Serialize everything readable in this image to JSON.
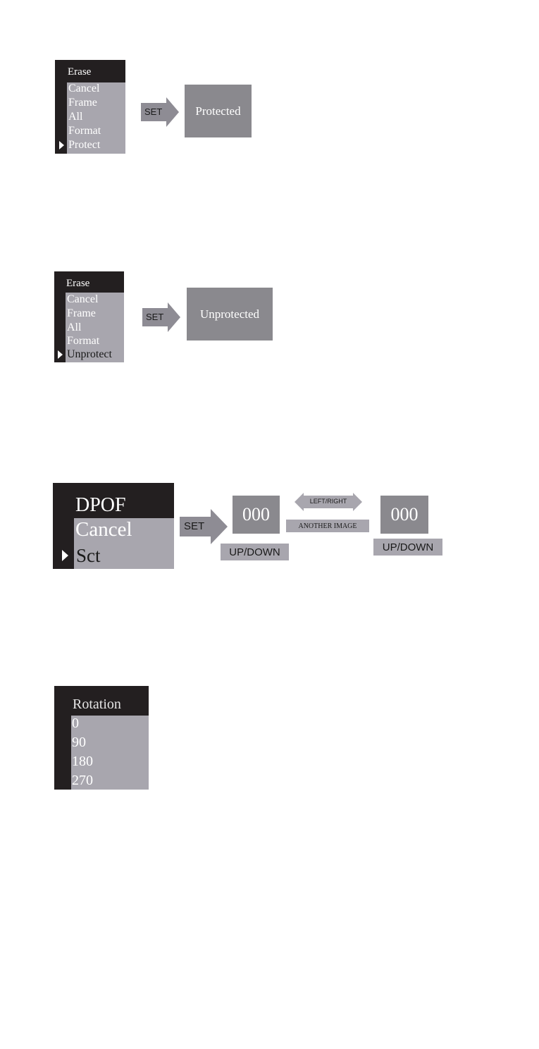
{
  "colors": {
    "dark": "#231f20",
    "menu_bg": "#a8a6ae",
    "box_bg": "#8a898e",
    "arrow": "#8e8c94"
  },
  "icons": {
    "pointer": "triangle-right-icon",
    "arrow": "arrow-right-icon",
    "double_arrow": "arrow-left-right-icon"
  },
  "erase_protect": {
    "header": "Erase",
    "items": [
      "Cancel",
      "Frame",
      "All",
      "Format",
      "Protect"
    ],
    "set_label": "SET",
    "result": "Protected"
  },
  "erase_unprotect": {
    "header": "Erase",
    "items": [
      "Cancel",
      "Frame",
      "All",
      "Format",
      "Unprotect"
    ],
    "set_label": "SET",
    "result": "Unprotected"
  },
  "dpof": {
    "header": "DPOF",
    "items": [
      "Cancel",
      "Sct"
    ],
    "set_label": "SET",
    "count1": "000",
    "count2": "000",
    "updown1": "UP/DOWN",
    "updown2": "UP/DOWN",
    "leftright": "LEFT/RIGHT",
    "another_image": "ANOTHER IMAGE"
  },
  "rotation": {
    "header": "Rotation",
    "items": [
      "0",
      "90",
      "180",
      "270"
    ]
  }
}
